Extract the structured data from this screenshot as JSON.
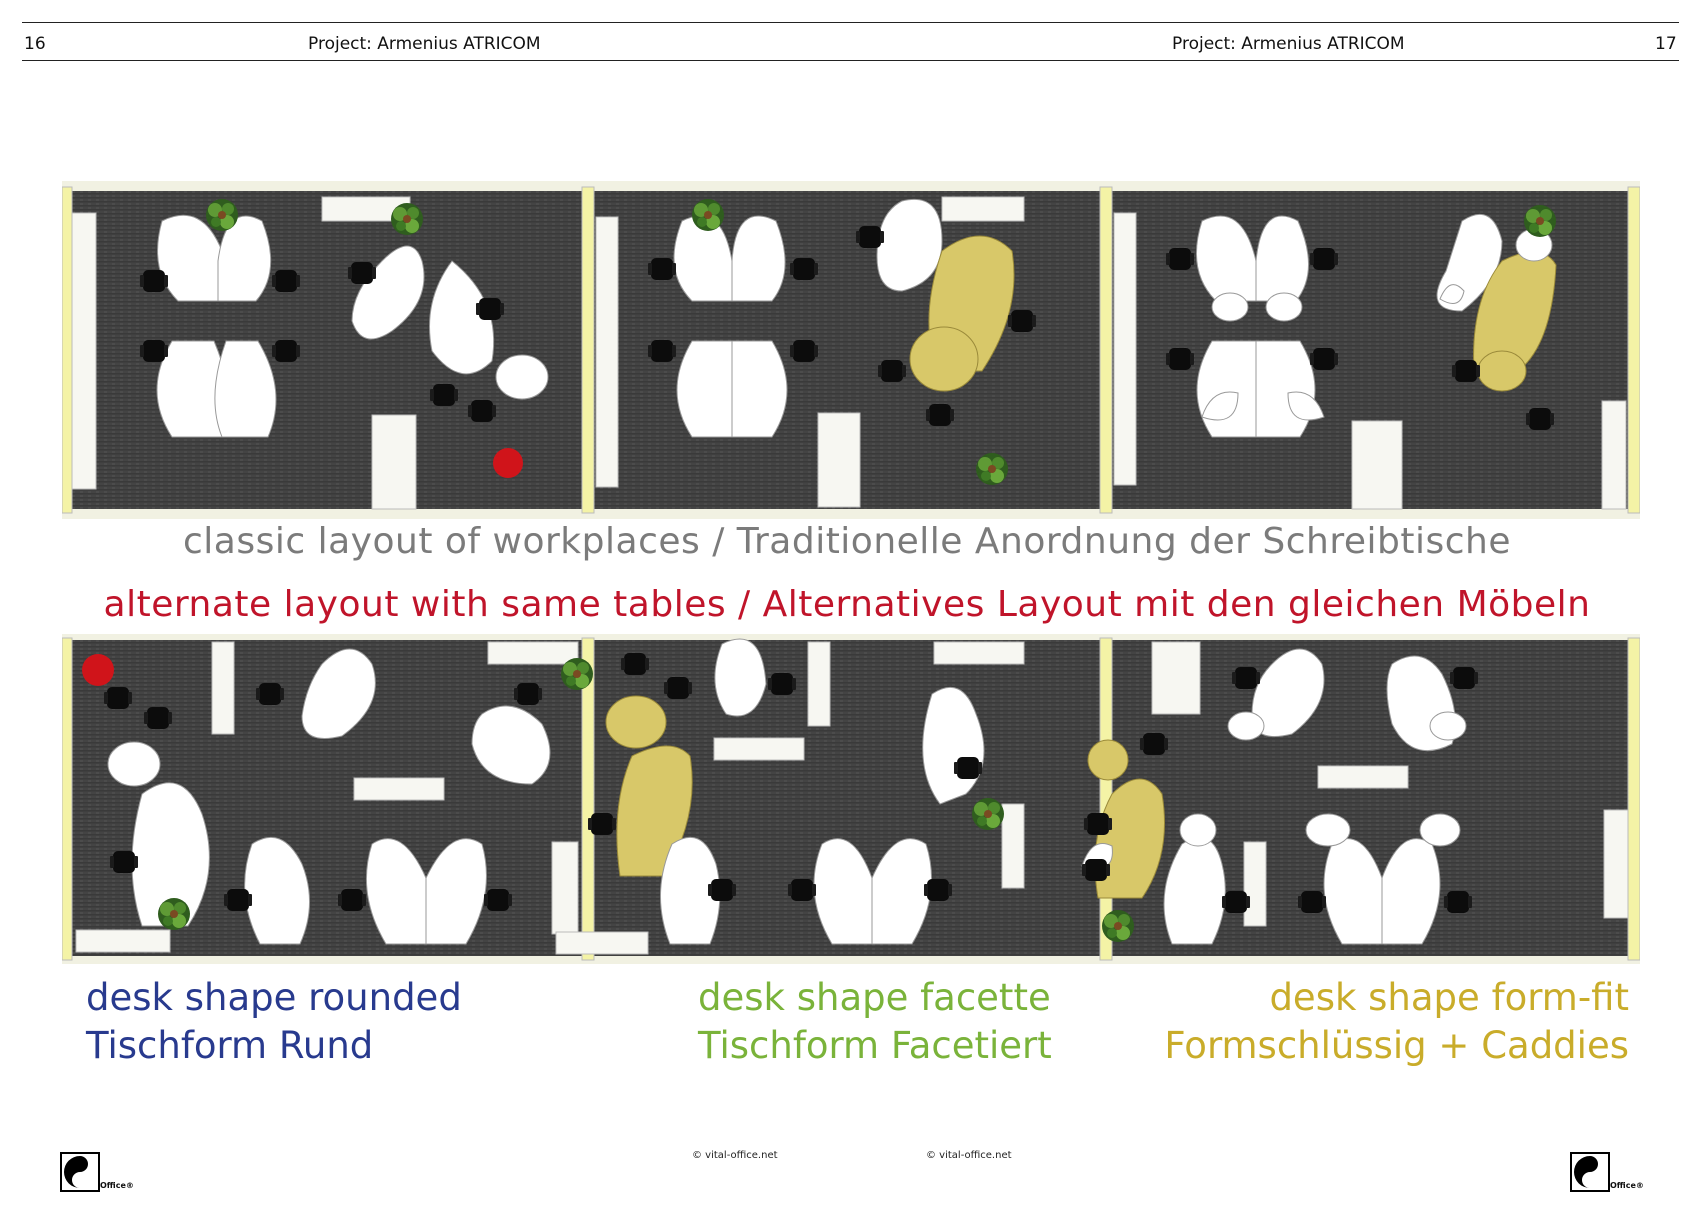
{
  "header": {
    "left_page": "16",
    "left_project": "Project: Armenius ATRICOM",
    "right_project": "Project: Armenius ATRICOM",
    "right_page": "17"
  },
  "captions": {
    "classic": "classic layout of workplaces / Traditionelle Anordnung der Schreibtische",
    "alternate": "alternate layout with same tables / Alternatives Layout mit den gleichen Möbeln"
  },
  "labels": {
    "rounded_en": "desk shape rounded",
    "rounded_de": "Tischform Rund",
    "facette_en": "desk shape facette",
    "facette_de": "Tischform Facetiert",
    "formfit_en": "desk shape form-fit",
    "formfit_de": "Formschlüssig + Caddies"
  },
  "footer": {
    "copyright_left": "© vital-office.net",
    "copyright_right": "© vital-office.net",
    "logo_left": "Office®",
    "logo_right": "Office®"
  },
  "colors": {
    "caption_gray": "#7b7b7b",
    "caption_red": "#c0142a",
    "rounded_blue": "#283a8e",
    "facette_green": "#7ab33a",
    "formfit_gold": "#c9ac2a",
    "floor": "#3f3f3f",
    "desk_yellow": "#d8c869",
    "plant_green": "#4e8a2e",
    "ball_red": "#d0141a"
  },
  "icons": {
    "logo": "vital-office-logo-icon",
    "plant": "plant-icon",
    "chair": "office-chair-icon",
    "ball": "red-ball-icon"
  }
}
